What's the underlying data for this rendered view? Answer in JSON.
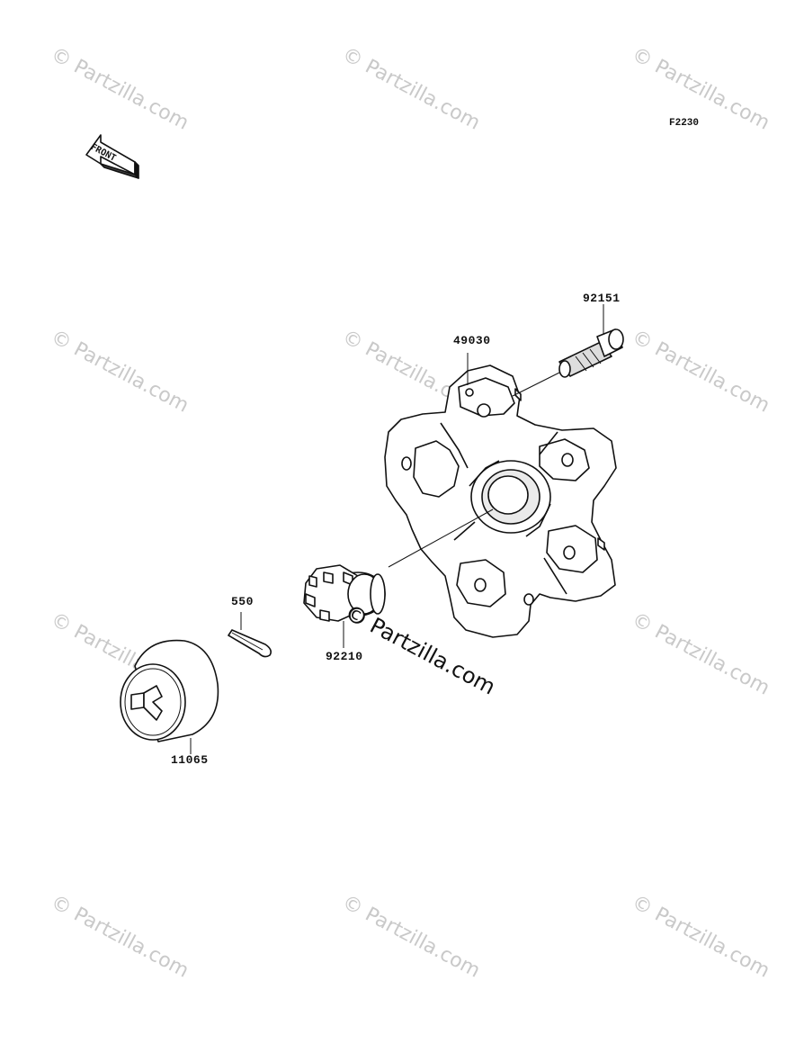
{
  "diagram": {
    "code": "F2230",
    "front_label": "FRONT",
    "watermark_text": "© Partzilla.com",
    "watermark_center_text": "© Partzilla.com",
    "parts": [
      {
        "number": "92151"
      },
      {
        "number": "49030"
      },
      {
        "number": "550"
      },
      {
        "number": "92210"
      },
      {
        "number": "11065"
      }
    ]
  }
}
